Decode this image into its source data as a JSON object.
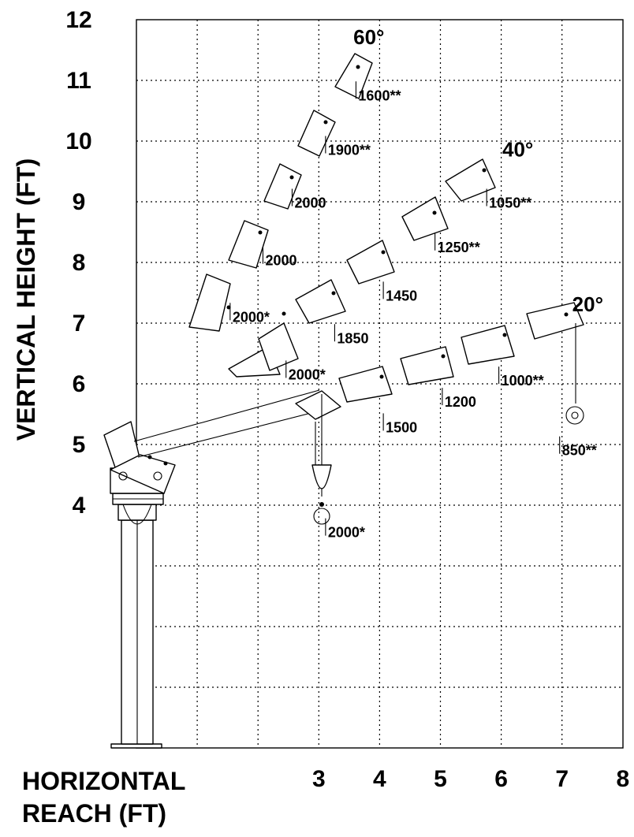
{
  "y_axis": {
    "title": "VERTICAL HEIGHT (FT)",
    "ticks": [
      "4",
      "5",
      "6",
      "7",
      "8",
      "9",
      "10",
      "11",
      "12"
    ]
  },
  "x_axis": {
    "title_line1": "HORIZONTAL",
    "title_line2": "REACH (FT)",
    "ticks": [
      "3",
      "4",
      "5",
      "6",
      "7",
      "8"
    ]
  },
  "boom_angles": [
    {
      "angle": "60°",
      "x": 3.75,
      "y": 11.7
    },
    {
      "angle": "40°",
      "x": 6.2,
      "y": 9.85
    },
    {
      "angle": "20°",
      "x": 7.35,
      "y": 7.3
    }
  ],
  "capacities": [
    {
      "label": "1600**",
      "x": 3.65,
      "y": 10.75
    },
    {
      "label": "1900**",
      "x": 3.15,
      "y": 9.85
    },
    {
      "label": "2000",
      "x": 2.6,
      "y": 8.98
    },
    {
      "label": "2000",
      "x": 2.12,
      "y": 8.03
    },
    {
      "label": "2000*",
      "x": 1.58,
      "y": 7.1
    },
    {
      "label": "1050**",
      "x": 5.8,
      "y": 8.98
    },
    {
      "label": "1250**",
      "x": 4.95,
      "y": 8.25
    },
    {
      "label": "1450",
      "x": 4.1,
      "y": 7.45
    },
    {
      "label": "1850",
      "x": 3.3,
      "y": 6.75
    },
    {
      "label": "2000*",
      "x": 2.5,
      "y": 6.15
    },
    {
      "label": "1000**",
      "x": 6.0,
      "y": 6.05
    },
    {
      "label": "1200",
      "x": 5.07,
      "y": 5.7
    },
    {
      "label": "1500",
      "x": 4.1,
      "y": 5.28
    },
    {
      "label": "850**",
      "x": 7.0,
      "y": 4.9
    },
    {
      "label": "2000*",
      "x": 3.15,
      "y": 3.55
    }
  ]
}
